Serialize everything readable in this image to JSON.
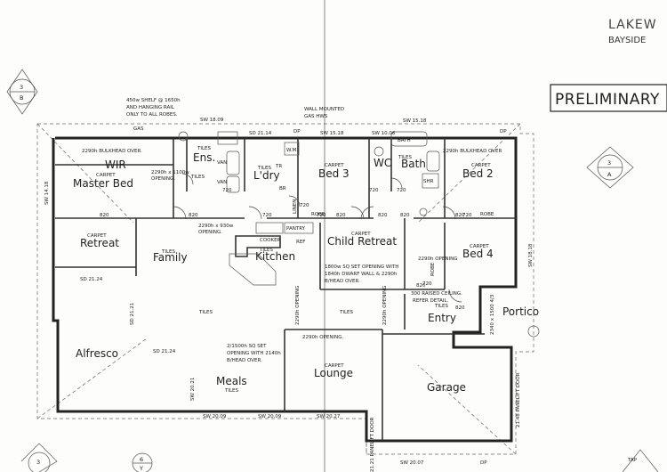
{
  "title": {
    "line1": "LAKEW",
    "line2": "BAYSIDE",
    "status": "PRELIMINARY"
  },
  "markers": [
    {
      "num": "3",
      "letter": "B"
    },
    {
      "num": "3",
      "letter": "A"
    },
    {
      "num": "3",
      "letter": ""
    },
    {
      "num": "6",
      "letter": "Y"
    }
  ],
  "rooms": {
    "master_bed": {
      "flag": "CARPET",
      "name": "Master Bed"
    },
    "wir": {
      "name": "WIR"
    },
    "ens": {
      "flag": "TILES",
      "name": "Ens."
    },
    "ldry": {
      "flag": "TILES",
      "name": "L'dry"
    },
    "bed3": {
      "flag": "CARPET",
      "name": "Bed  3"
    },
    "wc": {
      "name": "WC"
    },
    "bath": {
      "flag": "TILES",
      "name": "Bath"
    },
    "bed2": {
      "flag": "CARPET",
      "name": "Bed  2"
    },
    "retreat": {
      "flag": "CARPET",
      "name": "Retreat"
    },
    "family": {
      "flag": "TILES",
      "name": "Family"
    },
    "kitchen": {
      "flag": "TILES",
      "name": "Kitchen"
    },
    "child_retreat": {
      "flag": "CARPET",
      "name": "Child Retreat"
    },
    "bed4": {
      "flag": "CARPET",
      "name": "Bed  4"
    },
    "entry": {
      "flag": "TILES",
      "name": "Entry"
    },
    "portico": {
      "name": "Portico"
    },
    "alfresco": {
      "name": "Alfresco"
    },
    "meals": {
      "flag": "TILES",
      "name": "Meals"
    },
    "lounge": {
      "flag": "CARPET",
      "name": "Lounge"
    },
    "garage": {
      "name": "Garage"
    },
    "tiles_hall": {
      "flag": "TILES"
    },
    "tiles_corridor": {
      "flag": "TILES"
    }
  },
  "notes": {
    "shelf": [
      "450w SHELF @ 1650h",
      "AND HANGING RAIL",
      "ONLY TO ALL ROBES."
    ],
    "hws": [
      "WALL MOUNTED",
      "GAS HWS"
    ],
    "gas": "GAS",
    "bulkhead_master": "2290h BULKHEAD OVER.",
    "opening_master": [
      "2290h x 1100w",
      "OPENING."
    ],
    "bulkhead_bed2": "2290h BULKHEAD OVER",
    "opening_family": [
      "2290h x 930w",
      "OPENING."
    ],
    "child_opening": [
      "1800w SQ SET OPENING WITH",
      "1840h DWARF WALL & 2290h",
      "B/HEAD OVER."
    ],
    "opening_2290": "2290h OPENING.",
    "raised_ceiling": [
      "300 RAISED CEILING.",
      "REFER DETAIL."
    ],
    "meals_opening": [
      "2/1500h SQ SET",
      "OPENING WITH 2140h",
      "B/HEAD OVER."
    ],
    "opening_lounge": "2290h OPENING.",
    "opening_vert_a": "2290h OPENING",
    "opening_vert_b": "2290h OPENING",
    "panelift_a": "21.48 PANELIFT DOOR",
    "panelift_b": "21.21 PANELIFT DOOR",
    "portico_dim": "2340 x 1500 4/3",
    "opening_bed4": "2290h OPENING",
    "tap": "TAP"
  },
  "fixtures": {
    "tiles_ens": "TILES",
    "van": "VAN",
    "wm": "W.M.",
    "tr": "TR",
    "br": "BR",
    "linen": "LINEN",
    "pantry": "PANTRY",
    "cooker": "COOKER",
    "bath_label": "BATH",
    "robe": "ROBE",
    "shr": "SHR",
    "dp": "DP",
    "ref": "REF"
  },
  "doors": [
    "820",
    "720",
    "720",
    "720",
    "820",
    "820",
    "720",
    "720",
    "820",
    "820",
    "720",
    "720",
    "820",
    "820",
    "820",
    "720"
  ],
  "levels": {
    "sw1": "SW  18.09",
    "sd1": "SD  21.14",
    "sw2": "SW  15.18",
    "sw3": "SW  10.06",
    "sw4": "SW  15.18",
    "sw_left": "SW  14.18",
    "sw_right": "SW  18.18",
    "sd_left": "SD  21.24",
    "sd_left2": "SD  21.21",
    "sd_alf": "SD  21.24",
    "sw_meals": "SW  20.21",
    "sw_b1": "SW  20.09",
    "sw_b2": "SW  20.09",
    "sw_b3": "SW  20.27",
    "sw_garage": "SW  20.07"
  }
}
